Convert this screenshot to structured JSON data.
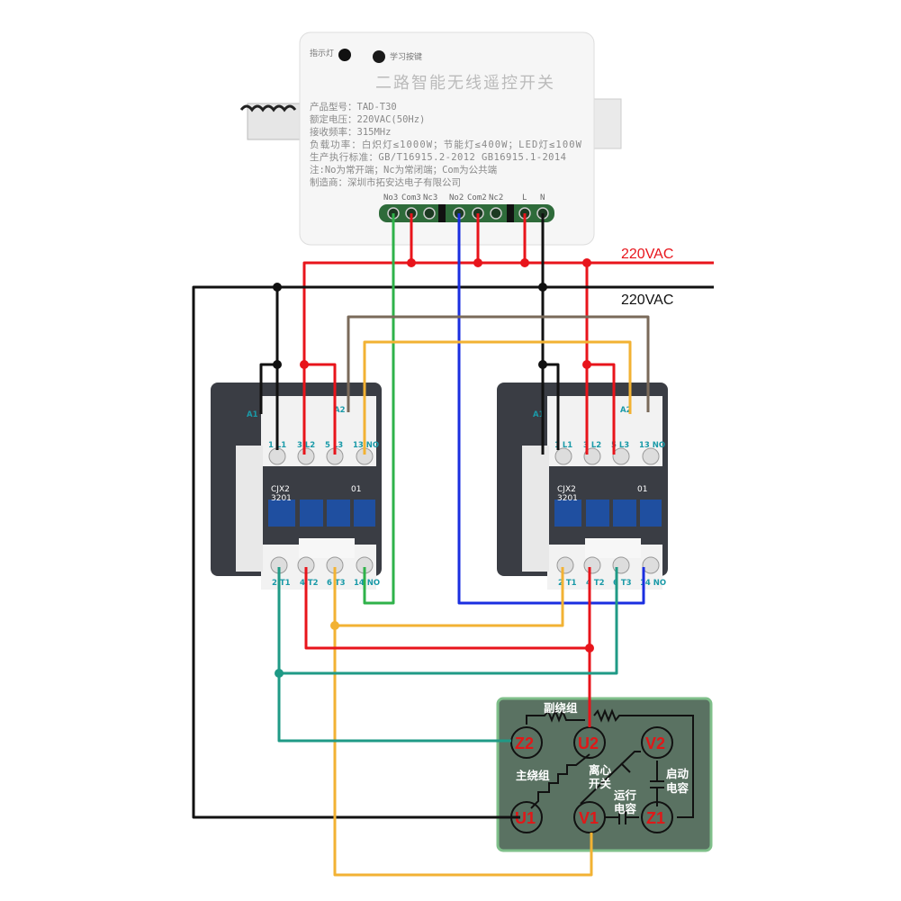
{
  "module": {
    "indicator_label": "指示灯",
    "learn_button_label": "学习按键",
    "title": "二路智能无线遥控开关",
    "specs": [
      "产品型号：TAD-T30",
      "额定电压：220VAC(50Hz)",
      "接收频率：315MHz",
      "负载功率：白炽灯≤1000W；节能灯≤400W；LED灯≤100W",
      "生产执行标准：GB/T16915.2-2012 GB16915.1-2014",
      "注:No为常开端；Nc为常闭端；Com为公共端",
      "制造商：深圳市拓安达电子有限公司"
    ],
    "terminals": [
      "No3",
      "Com3",
      "Nc3",
      "No2",
      "Com2",
      "Nc2",
      "L",
      "N"
    ]
  },
  "power": {
    "live_label": "220VAC",
    "neutral_label": "220VAC"
  },
  "contactor": {
    "model_line1": "CJX2",
    "model_line2": "3201",
    "aux": "01",
    "coil": [
      "A1",
      "A2"
    ],
    "top_terminals": [
      "1 L1",
      "3 L2",
      "5 L3",
      "13 NO"
    ],
    "bottom_terminals": [
      "2 T1",
      "4 T2",
      "6 T3",
      "14 NO"
    ]
  },
  "motor": {
    "aux_winding": "副绕组",
    "main_winding": "主绕组",
    "centrifugal_switch": [
      "离心",
      "开关"
    ],
    "run_capacitor": [
      "运行",
      "电容"
    ],
    "start_capacitor": [
      "启动",
      "电容"
    ],
    "terminals": [
      "Z2",
      "U2",
      "V2",
      "U1",
      "V1",
      "Z1"
    ]
  },
  "colors": {
    "live": "#e8141b",
    "neutral": "#111111",
    "green": "#2fb24a",
    "blue": "#1a2ee0",
    "brown": "#7a6a5a",
    "orange": "#f2b233",
    "teal": "#1f9a86",
    "motor_bg": "#5a7262"
  }
}
